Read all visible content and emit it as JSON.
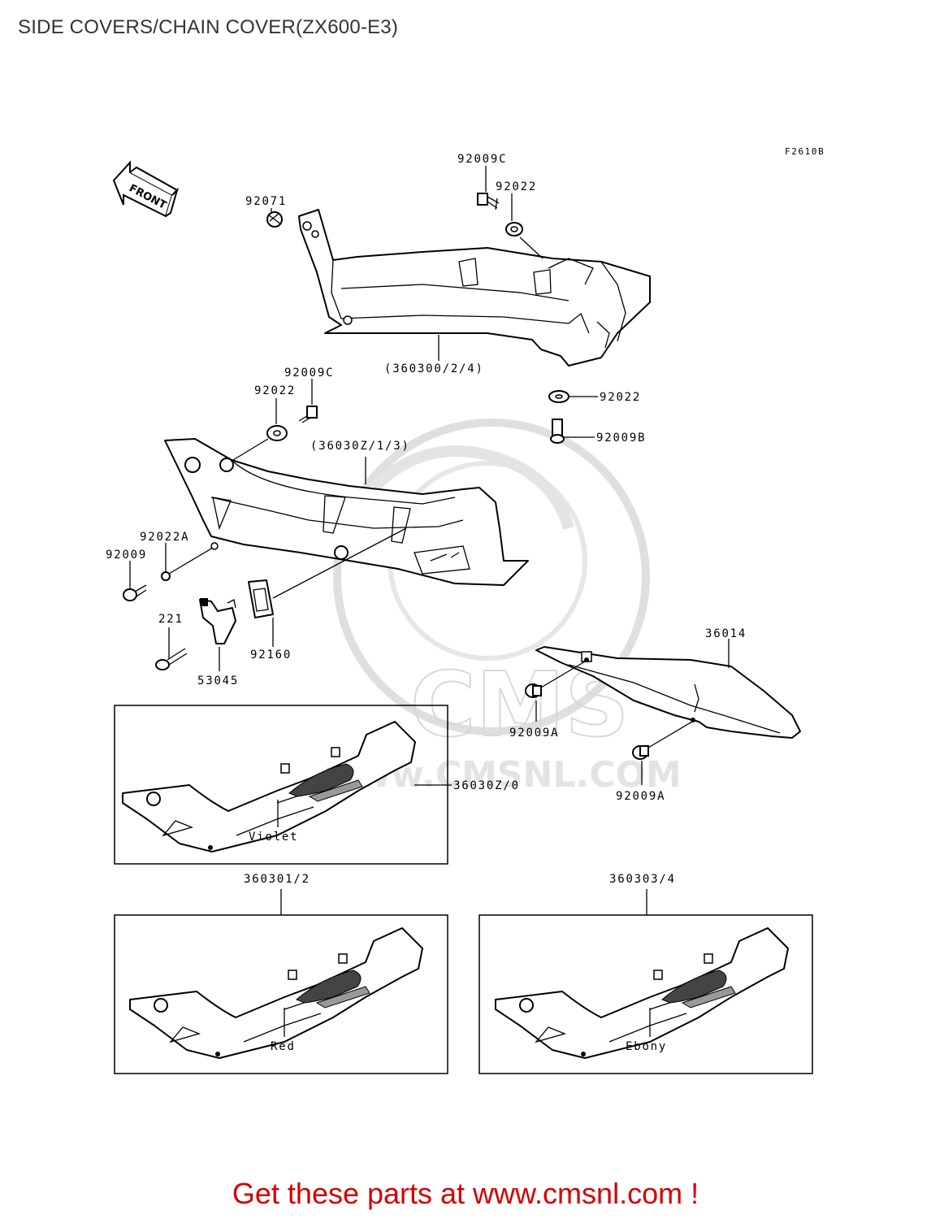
{
  "page": {
    "title": "SIDE COVERS/CHAIN COVER(ZX600-E3)",
    "promo": "Get these parts at www.cmsnl.com !"
  },
  "diagram": {
    "figure_code": "F2610B",
    "front_arrow": "FRONT",
    "watermark": {
      "logo": "CMS",
      "url": "www.CMSNL.COM"
    },
    "parts": {
      "p92009c_top": "92009C",
      "p92022_top": "92022",
      "p92071": "92071",
      "p360300": "(360300/2/4)",
      "p92022_right": "92022",
      "p92009b": "92009B",
      "p92009c_mid": "92009C",
      "p92022_mid": "92022",
      "p36030z": "(36030Z/1/3)",
      "p92022a": "92022A",
      "p92009": "92009",
      "p221": "221",
      "p53045": "53045",
      "p92160": "92160",
      "p36014": "36014",
      "p92009a_1": "92009A",
      "p92009a_2": "92009A"
    },
    "variants": [
      {
        "part_no": "36030Z/0",
        "color": "Violet"
      },
      {
        "part_no": "360301/2",
        "color": "Red"
      },
      {
        "part_no": "360303/4",
        "color": "Ebony"
      }
    ]
  }
}
